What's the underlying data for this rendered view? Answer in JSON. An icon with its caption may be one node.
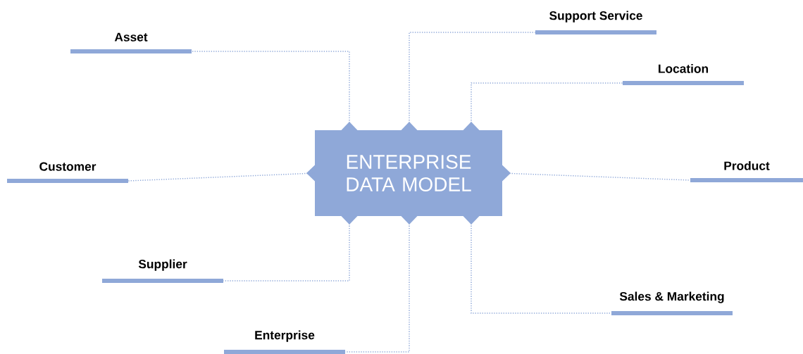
{
  "diagram": {
    "nodes": [
      {
        "text": [
          "Support Service"
        ]
      },
      {
        "text": [
          "Asset"
        ]
      },
      {
        "text": [
          "Location"
        ]
      },
      {
        "text": [
          "Customer"
        ]
      },
      {
        "text": [
          "Product"
        ]
      },
      {
        "text": [
          "ENTERPRISE DATA MODEL"
        ]
      },
      {
        "text": [
          "Supplier"
        ]
      },
      {
        "text": [
          "Sales & Marketing"
        ]
      },
      {
        "text": [
          "Enterprise"
        ]
      }
    ],
    "edges": [
      {
        "from": 5,
        "to": 0,
        "arrow": "none"
      },
      {
        "from": 5,
        "to": 1,
        "arrow": "none"
      },
      {
        "from": 5,
        "to": 2,
        "arrow": "none"
      },
      {
        "from": 5,
        "to": 3,
        "arrow": "none"
      },
      {
        "from": 5,
        "to": 4,
        "arrow": "none"
      },
      {
        "from": 5,
        "to": 6,
        "arrow": "none"
      },
      {
        "from": 5,
        "to": 7,
        "arrow": "none"
      },
      {
        "from": 5,
        "to": 8,
        "arrow": "none"
      }
    ]
  }
}
